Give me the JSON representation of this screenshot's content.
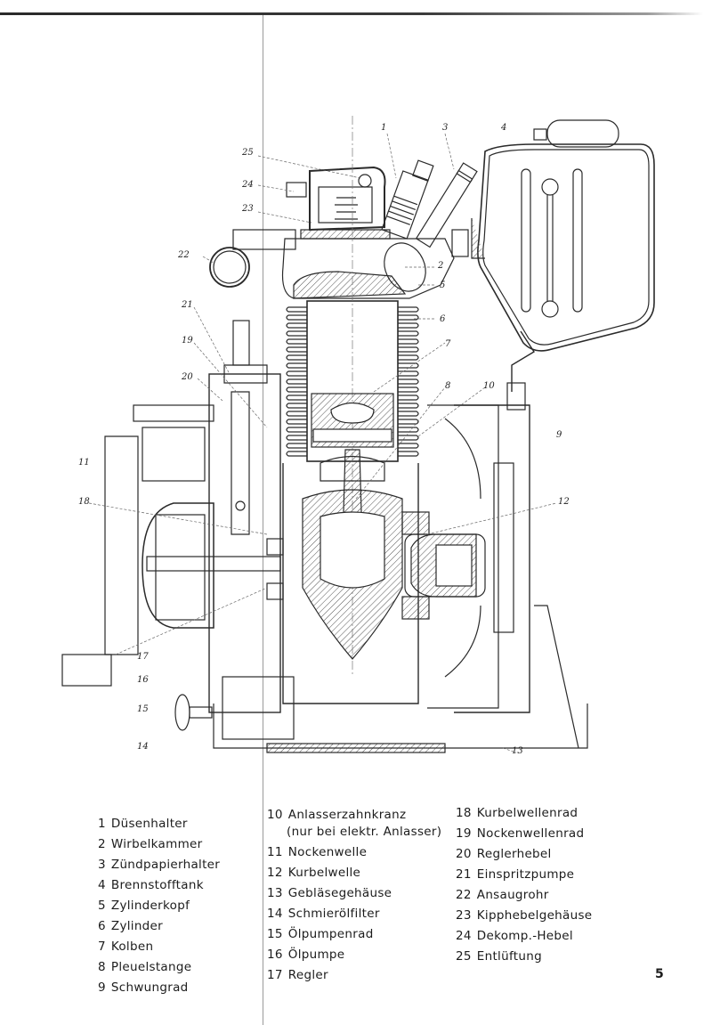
{
  "figure": {
    "subject": "engine-cross-section",
    "callouts": [
      "1",
      "2",
      "3",
      "4",
      "5",
      "6",
      "7",
      "8",
      "9",
      "10",
      "11",
      "12",
      "13",
      "14",
      "15",
      "16",
      "17",
      "18",
      "19",
      "20",
      "21",
      "22",
      "23",
      "24",
      "25"
    ]
  },
  "legend": {
    "column_1": [
      {
        "num": "1",
        "label": "Düsenhalter"
      },
      {
        "num": "2",
        "label": "Wirbelkammer"
      },
      {
        "num": "3",
        "label": "Zündpapierhalter"
      },
      {
        "num": "4",
        "label": "Brennstofftank"
      },
      {
        "num": "5",
        "label": "Zylinderkopf"
      },
      {
        "num": "6",
        "label": "Zylinder"
      },
      {
        "num": "7",
        "label": "Kolben"
      },
      {
        "num": "8",
        "label": "Pleuelstange"
      },
      {
        "num": "9",
        "label": "Schwungrad"
      }
    ],
    "column_2": [
      {
        "num": "10",
        "label": "Anlasserzahnkranz",
        "note": "(nur bei elektr. Anlasser)"
      },
      {
        "num": "11",
        "label": "Nockenwelle"
      },
      {
        "num": "12",
        "label": "Kurbelwelle"
      },
      {
        "num": "13",
        "label": "Gebläsegehäuse"
      },
      {
        "num": "14",
        "label": "Schmierölfilter"
      },
      {
        "num": "15",
        "label": "Ölpumpenrad"
      },
      {
        "num": "16",
        "label": "Ölpumpe"
      },
      {
        "num": "17",
        "label": "Regler"
      }
    ],
    "column_3": [
      {
        "num": "18",
        "label": "Kurbelwellenrad"
      },
      {
        "num": "19",
        "label": "Nockenwellenrad"
      },
      {
        "num": "20",
        "label": "Reglerhebel"
      },
      {
        "num": "21",
        "label": "Einspritzpumpe"
      },
      {
        "num": "22",
        "label": "Ansaugrohr"
      },
      {
        "num": "23",
        "label": "Kipphebelgehäuse"
      },
      {
        "num": "24",
        "label": "Dekomp.-Hebel"
      },
      {
        "num": "25",
        "label": "Entlüftung"
      }
    ]
  },
  "page_number": "5"
}
